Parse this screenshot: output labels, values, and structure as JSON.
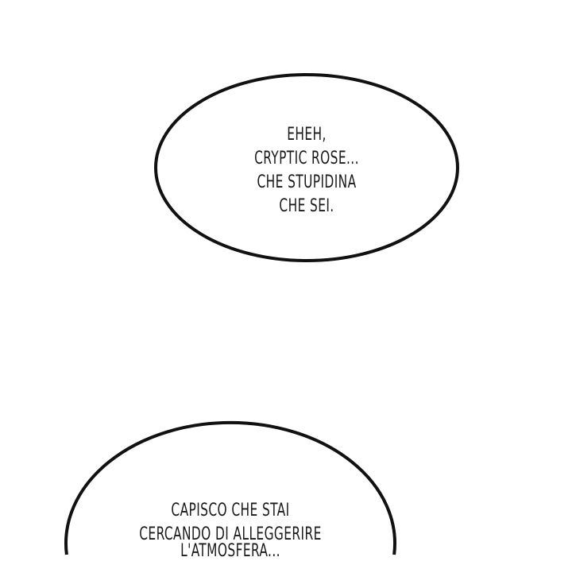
{
  "bubbles": [
    {
      "lines": [
        "EHEH,",
        "CRYPTIC ROSE...",
        "CHE STUPIDINA",
        "CHE SEI."
      ]
    },
    {
      "lines": [
        "CAPISCO CHE STAI",
        "CERCANDO DI ALLEGGERIRE",
        "L'ATMOSFERA..."
      ]
    }
  ],
  "colors": {
    "background": "#ffffff",
    "outline": "#111111",
    "text": "#1a1a1a"
  }
}
